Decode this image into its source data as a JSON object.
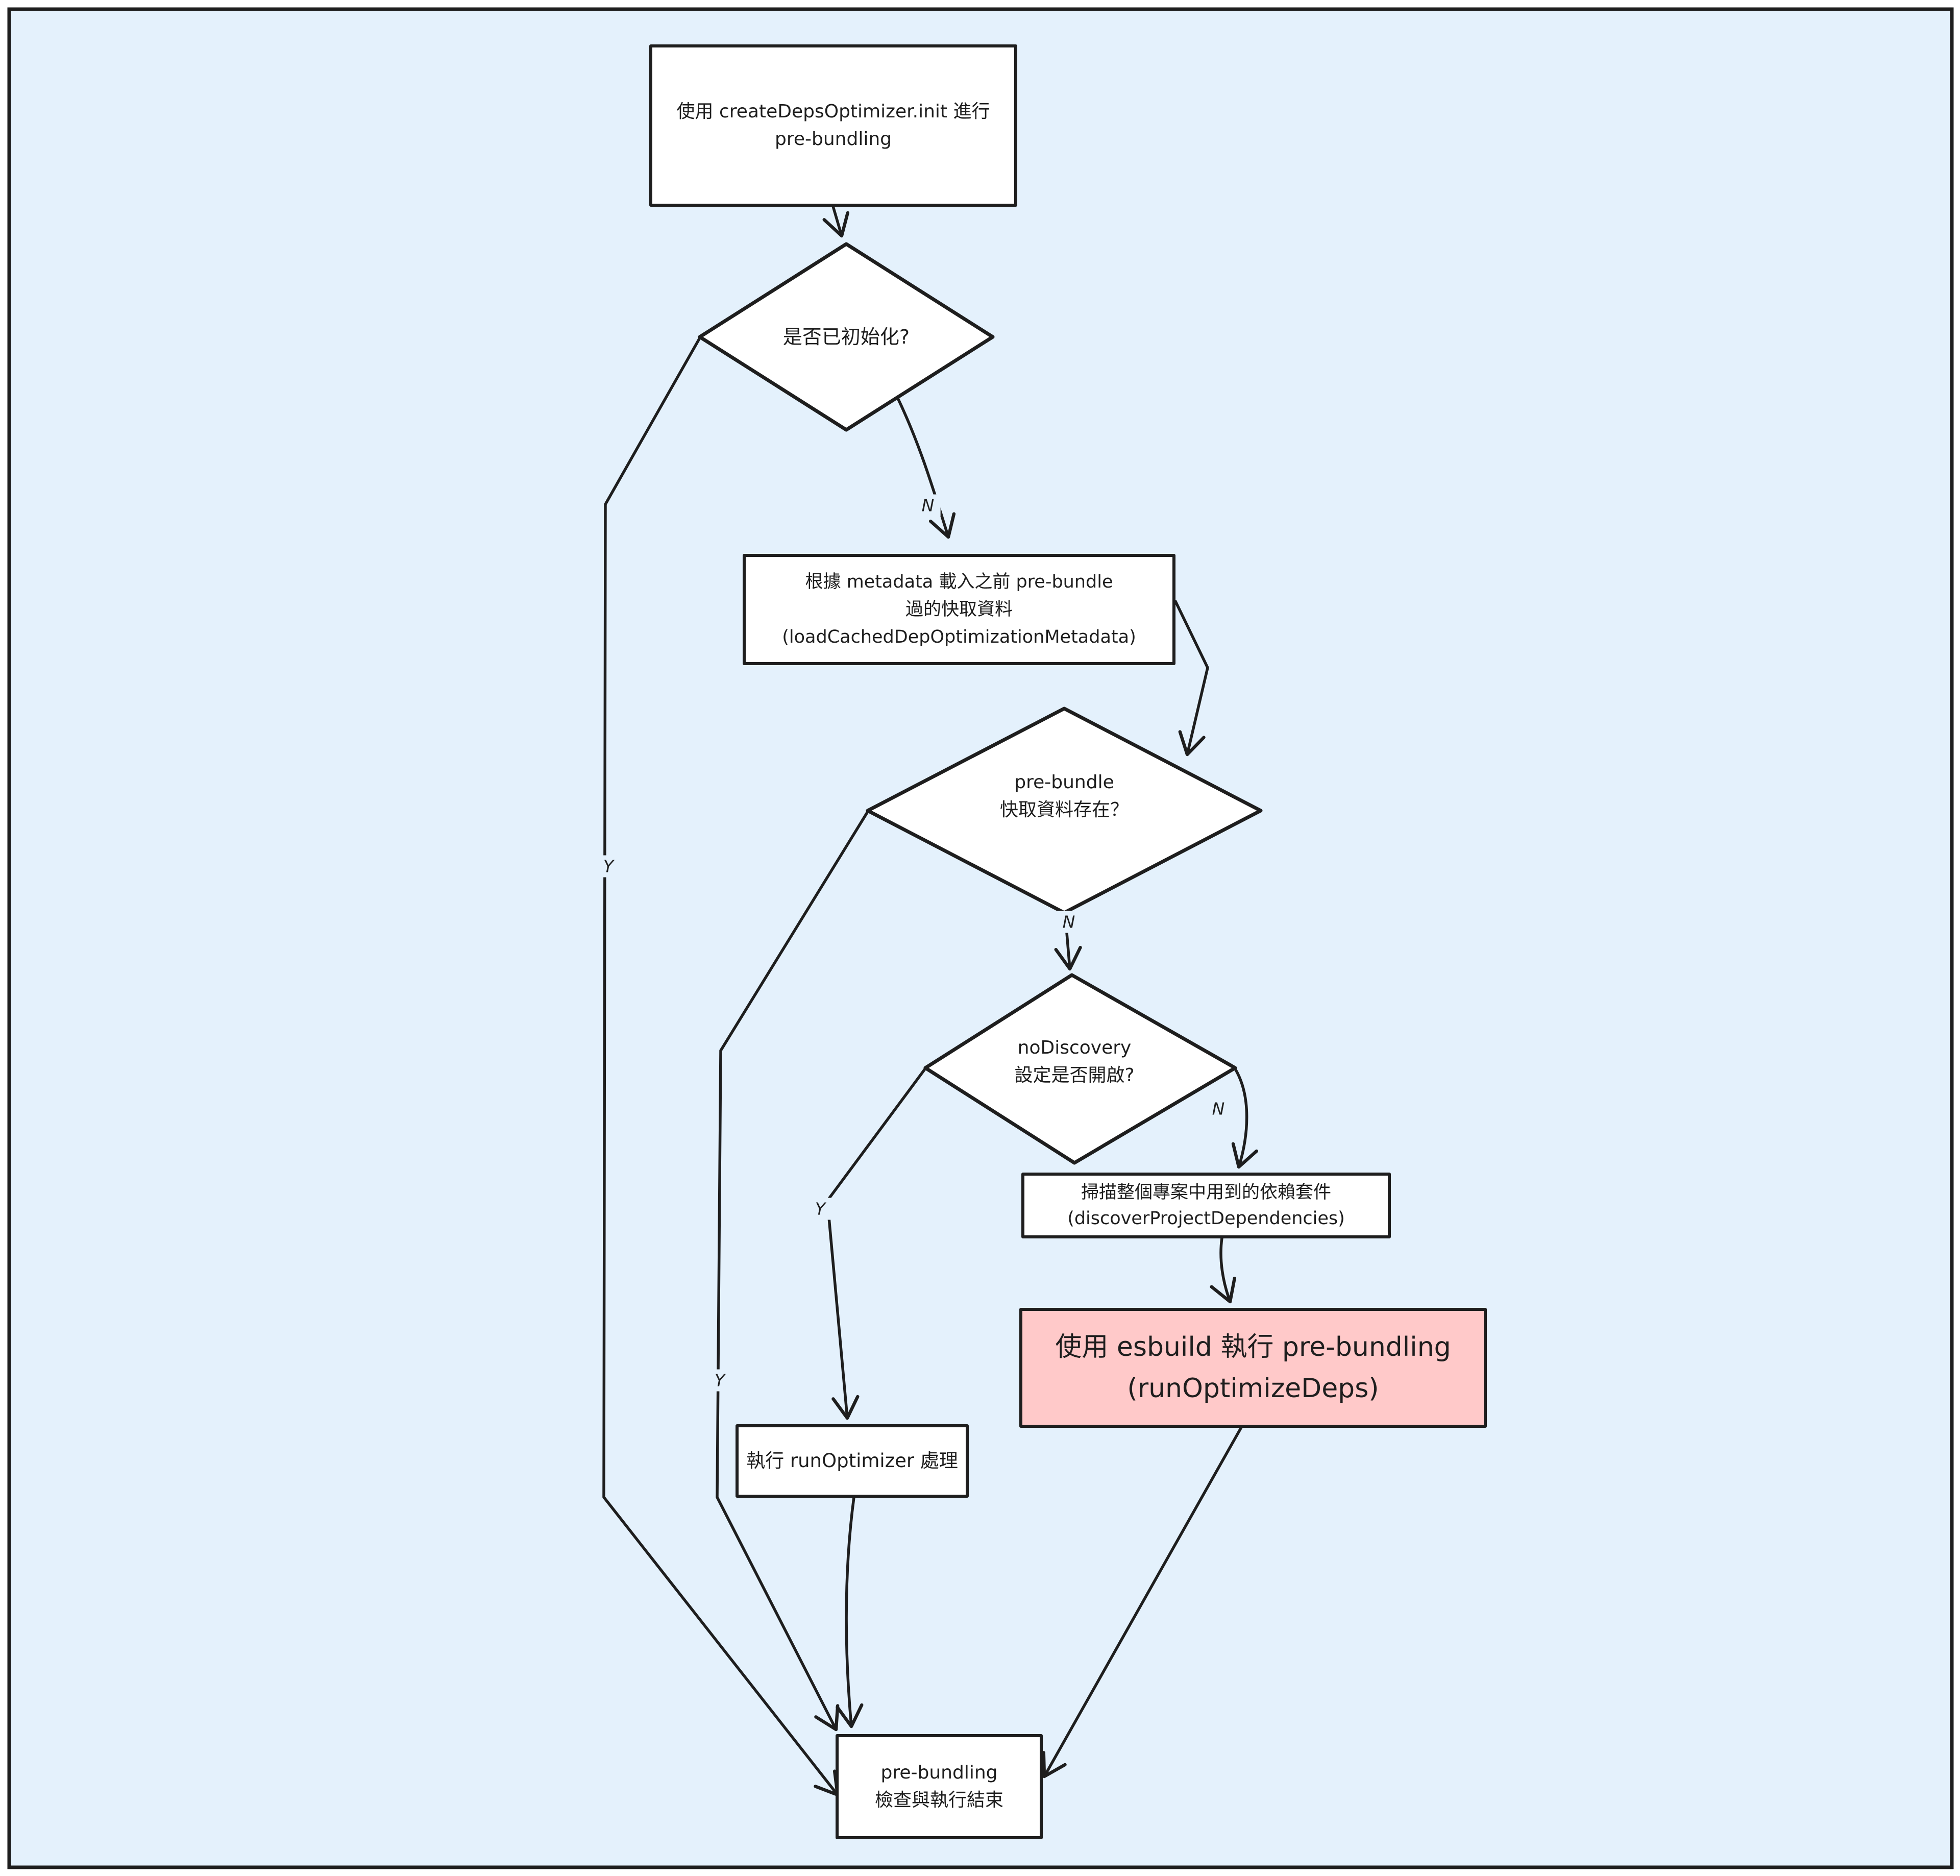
{
  "colors": {
    "canvas_background": "#e4f1fc",
    "stroke": "#1e1e1e",
    "node_fill": "#ffffff",
    "highlight_fill": "#ffc9c9"
  },
  "nodes": {
    "start": {
      "text": "使用 createDepsOptimizer.init 進行\npre-bundling"
    },
    "is_initialized": {
      "text": "是否已初始化?"
    },
    "load_cached": {
      "text": "根據 metadata 載入之前 pre-bundle\n過的快取資料\n(loadCachedDepOptimizationMetadata)"
    },
    "cache_exists": {
      "text": "pre-bundle\n快取資料存在？"
    },
    "no_discovery": {
      "text": "noDiscovery\n設定是否開啟?"
    },
    "scan_deps": {
      "text": "掃描整個專案中用到的依賴套件\n(discoverProjectDependencies)"
    },
    "esbuild": {
      "text": "使用 esbuild 執行 pre-bundling\n(runOptimizeDeps)"
    },
    "run_optimizer": {
      "text": "執行 runOptimizer 處理"
    },
    "end": {
      "text": "pre-bundling\n檢查與執行結束"
    }
  },
  "edge_labels": {
    "init_yes": "Y",
    "init_no": "N",
    "cache_yes": "Y",
    "cache_no": "N",
    "nodiscovery_yes": "Y",
    "nodiscovery_no": "N"
  }
}
